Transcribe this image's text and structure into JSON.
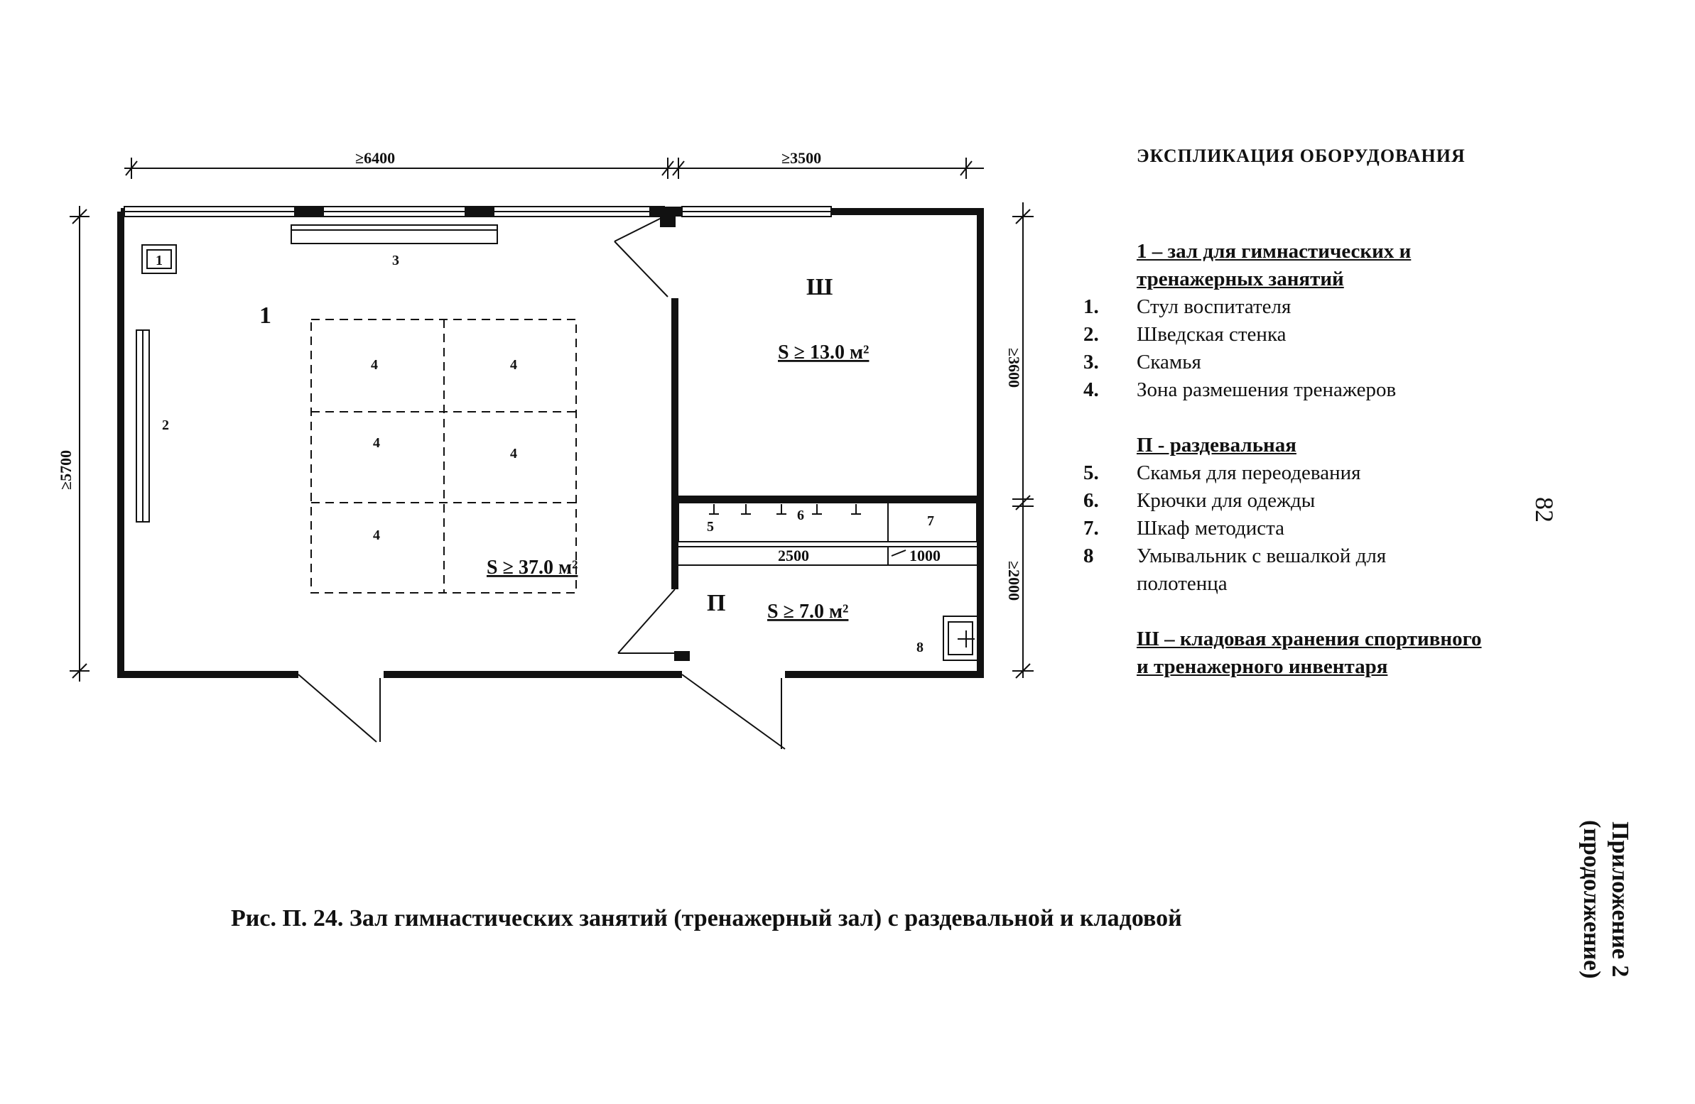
{
  "plan": {
    "dimensions": {
      "hall_width": "≥6400",
      "store_width": "≥3500",
      "total_height": "≥5700",
      "store_height": "≥3600",
      "dressing_height": "≥2000",
      "bench_length": "2500",
      "cabinet_length": "1000"
    },
    "rooms": {
      "hall": "1",
      "store": "Ш",
      "dressing": "П"
    },
    "areas": {
      "hall": "S ≥ 37.0 м²",
      "store": "S ≥ 13.0 м²",
      "dressing": "S ≥ 7.0 м²"
    },
    "items": {
      "chair": "1",
      "wall_bars": "2",
      "bench": "3",
      "zone": "4",
      "dress_bench": "5",
      "hooks": "6",
      "cabinet": "7",
      "washbasin": "8"
    }
  },
  "legend": {
    "title": "ЭКСПЛИКАЦИЯ ОБОРУДОВАНИЯ",
    "section1_line1": "1 – зал для гимнастических и",
    "section1_line2": "тренажерных занятий",
    "items1": [
      {
        "n": "1.",
        "t": "Стул воспитателя"
      },
      {
        "n": "2.",
        "t": "Шведская стенка"
      },
      {
        "n": "3.",
        "t": "Скамья"
      },
      {
        "n": "4.",
        "t": "Зона размешения тренажеров"
      }
    ],
    "section2": "П - раздевальная",
    "items2": [
      {
        "n": "5.",
        "t": "Скамья для переодевания"
      },
      {
        "n": "6.",
        "t": "Крючки для одежды"
      },
      {
        "n": "7.",
        "t": "Шкаф методиста"
      },
      {
        "n": "8",
        "t": "Умывальник с вешалкой для"
      },
      {
        "n": "",
        "t": "полотенца"
      }
    ],
    "section3_line1": "Ш – кладовая хранения спортивного",
    "section3_line2": "и тренажерного инвентаря"
  },
  "caption": "Рис. П. 24.  Зал гимнастических занятий (тренажерный зал) с раздевальной и кладовой",
  "page_number": "82",
  "appendix_line1": "Приложение 2",
  "appendix_line2": "(продолжение)"
}
